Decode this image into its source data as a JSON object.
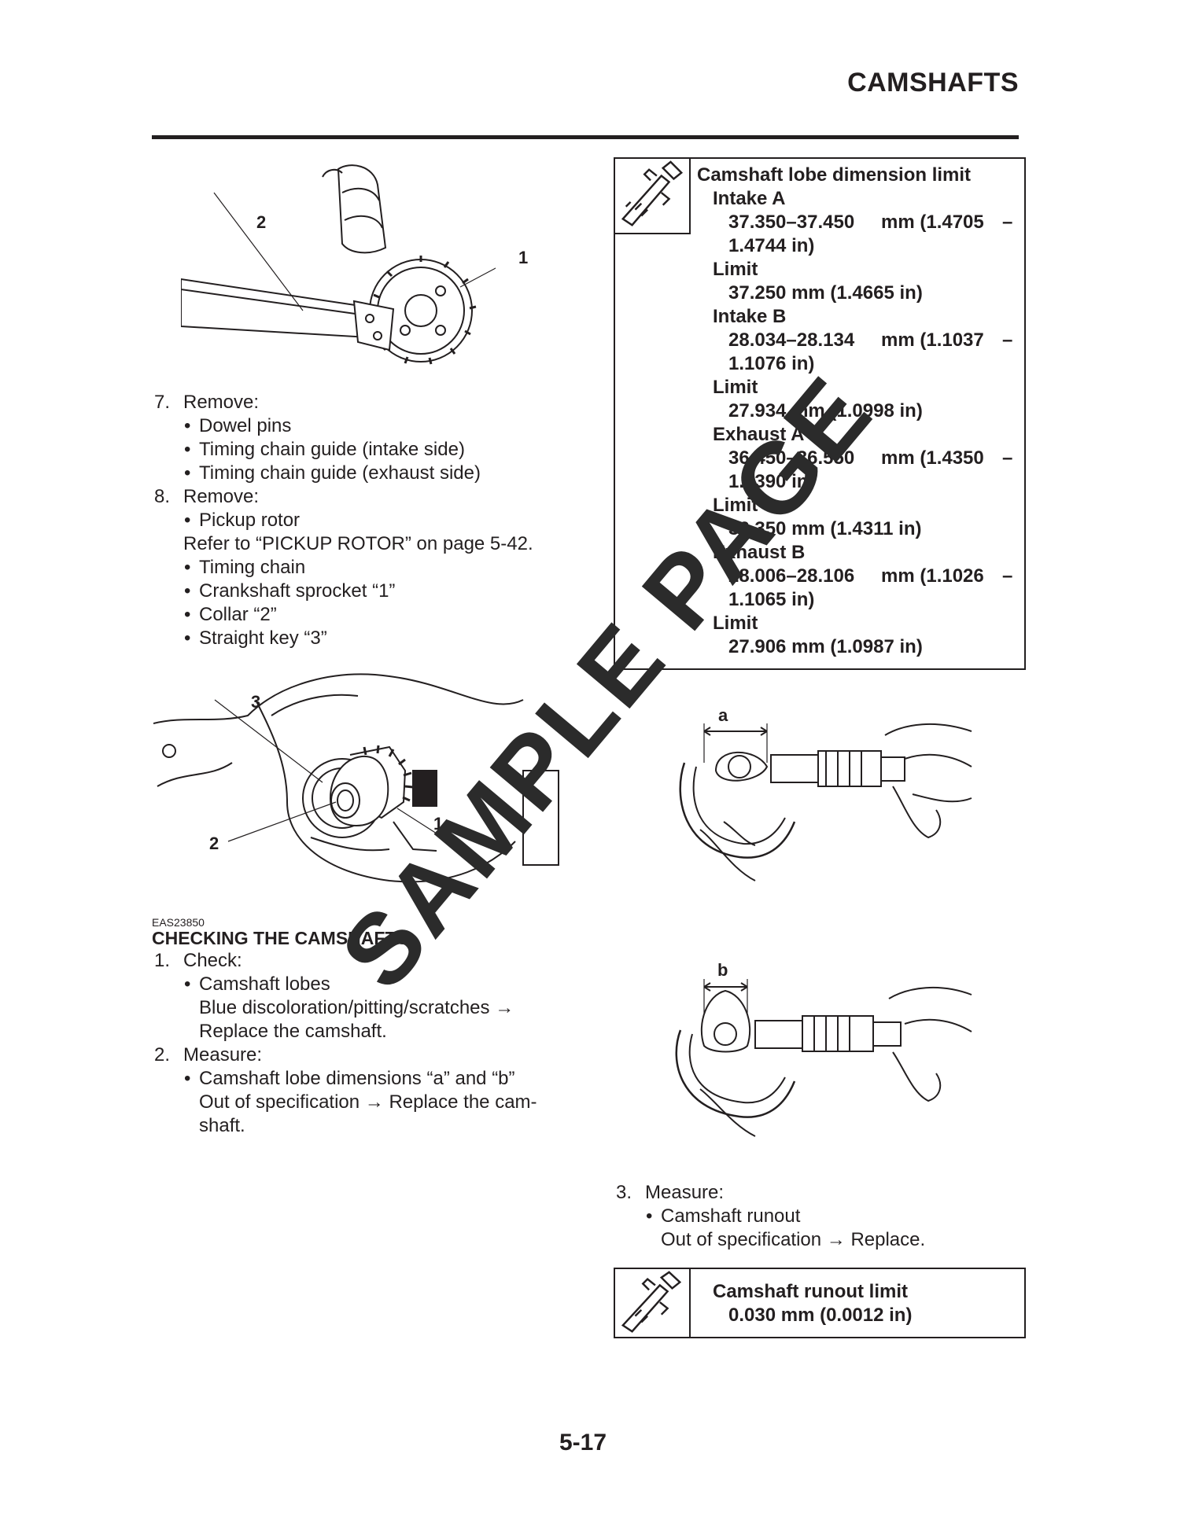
{
  "header": {
    "title": "CAMSHAFTS"
  },
  "figure1": {
    "callouts": [
      "2",
      "1"
    ]
  },
  "steps_left": {
    "step7": {
      "number": "7.",
      "label": "Remove:",
      "items": [
        "Dowel pins",
        "Timing chain guide (intake side)",
        "Timing chain guide (exhaust side)"
      ]
    },
    "step8": {
      "number": "8.",
      "label": "Remove:",
      "items": [
        "Pickup rotor",
        "Timing chain",
        "Crankshaft sprocket “1”",
        "Collar “2”",
        "Straight key “3”"
      ],
      "note": "Refer to “PICKUP ROTOR” on page 5-42."
    }
  },
  "figure2": {
    "callouts": [
      "3",
      "2",
      "1"
    ]
  },
  "check_section": {
    "code": "EAS23850",
    "title": "CHECKING THE CAMSHAFTS",
    "step1": {
      "number": "1.",
      "label": "Check:",
      "item": "Camshaft lobes",
      "detail1": "Blue discoloration/pitting/scratches →",
      "detail2": "Replace the camshaft."
    },
    "step2": {
      "number": "2.",
      "label": "Measure:",
      "item": "Camshaft lobe dimensions “a” and “b”",
      "detail1": "Out of specification → Replace the cam-",
      "detail2": "shaft."
    }
  },
  "spec_lobe": {
    "title": "Camshaft lobe dimension limit",
    "intake_a": {
      "label": "Intake A",
      "std1": "37.350–37.450",
      "std2": "mm (1.4705",
      "std3": "–",
      "std4": "1.4744 in)",
      "limit_label": "Limit",
      "limit": "37.250 mm (1.4665 in)"
    },
    "intake_b": {
      "label": "Intake B",
      "std1": "28.034–28.134",
      "std2": "mm (1.1037",
      "std3": "–",
      "std4": "1.1076 in)",
      "limit_label": "Limit",
      "limit": "27.934 mm (1.0998 in)"
    },
    "exhaust_a": {
      "label": "Exhaust A",
      "std1": "36.450–36.550",
      "std2": "mm (1.4350",
      "std3": "–",
      "std4": "1.4390 in)",
      "limit_label": "Limit",
      "limit": "36.350 mm (1.4311 in)"
    },
    "exhaust_b": {
      "label": "Exhaust B",
      "std1": "28.006–28.106",
      "std2": "mm (1.1026",
      "std3": "–",
      "std4": "1.1065 in)",
      "limit_label": "Limit",
      "limit": "27.906 mm (1.0987 in)"
    }
  },
  "figure3": {
    "callouts": [
      "a"
    ]
  },
  "figure4": {
    "callouts": [
      "b"
    ]
  },
  "step3": {
    "number": "3.",
    "label": "Measure:",
    "item": "Camshaft runout",
    "detail": "Out of specification → Replace."
  },
  "spec_runout": {
    "title": "Camshaft runout limit",
    "value": "0.030 mm (0.0012 in)"
  },
  "footer": {
    "page_number": "5-17"
  },
  "watermark": "SAMPLE PAGE",
  "colors": {
    "ink": "#231f20",
    "paper": "#ffffff"
  },
  "icons": [
    "caliper-icon"
  ]
}
